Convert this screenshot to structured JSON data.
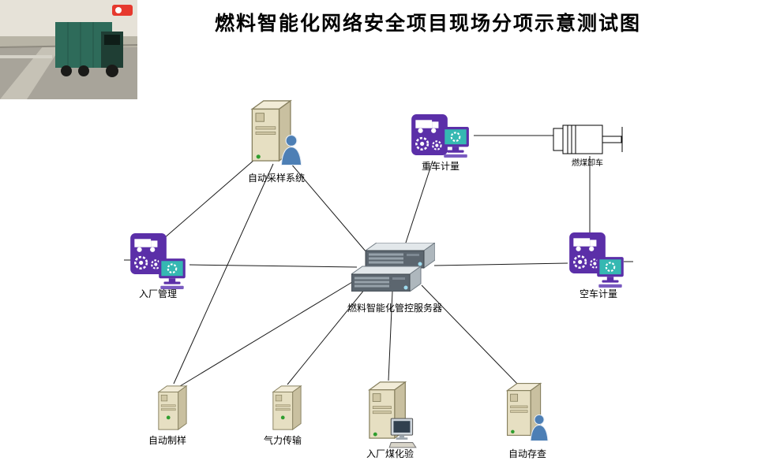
{
  "title": "燃料智能化网络安全项目现场分项示意测试图",
  "nodes": {
    "sampling": {
      "label": "自动采样系统",
      "icon": "server-tower-with-person"
    },
    "heavy_weighing": {
      "label": "重车计量",
      "icon": "weighbridge-pad-with-monitor"
    },
    "coal_unloading": {
      "label": "燃煤卸车",
      "icon": "pneumatic-cylinder-drawing"
    },
    "entry_mgmt": {
      "label": "入厂管理",
      "icon": "weighbridge-pad-with-monitor"
    },
    "server": {
      "label": "燃料智能化管控服务器",
      "icon": "rack-server-stack"
    },
    "empty_weighing": {
      "label": "空车计量",
      "icon": "weighbridge-pad-with-monitor"
    },
    "sample_prep": {
      "label": "自动制样",
      "icon": "server-tower"
    },
    "pneumatic": {
      "label": "气力传输",
      "icon": "server-tower"
    },
    "coal_test": {
      "label": "入厂煤化验",
      "icon": "workstation-tower-with-monitor"
    },
    "storage": {
      "label": "自动存查",
      "icon": "server-tower-with-person"
    }
  },
  "photos": {
    "left": {
      "name": "coal-trucks-queue-photo"
    },
    "right": {
      "name": "truck-on-highway-photo"
    }
  },
  "edges": [
    {
      "from": "sampling",
      "to": "server"
    },
    {
      "from": "sampling",
      "to": "entry_mgmt"
    },
    {
      "from": "sampling",
      "to": "sample_prep"
    },
    {
      "from": "server",
      "to": "heavy_weighing"
    },
    {
      "from": "server",
      "to": "entry_mgmt"
    },
    {
      "from": "server",
      "to": "empty_weighing"
    },
    {
      "from": "server",
      "to": "sample_prep"
    },
    {
      "from": "server",
      "to": "pneumatic"
    },
    {
      "from": "server",
      "to": "coal_test"
    },
    {
      "from": "server",
      "to": "storage"
    },
    {
      "from": "heavy_weighing",
      "to": "coal_unloading"
    },
    {
      "from": "coal_unloading",
      "to": "empty_weighing"
    },
    {
      "from": "photo_left",
      "to": "entry_mgmt"
    },
    {
      "from": "photo_right",
      "to": "empty_weighing"
    }
  ],
  "colors": {
    "accent_purple": "#5b2fa8",
    "screen_teal": "#35b8b2",
    "tower_beige": "#e6dfc2",
    "line": "#1a1a1a",
    "background": "#ffffff"
  }
}
